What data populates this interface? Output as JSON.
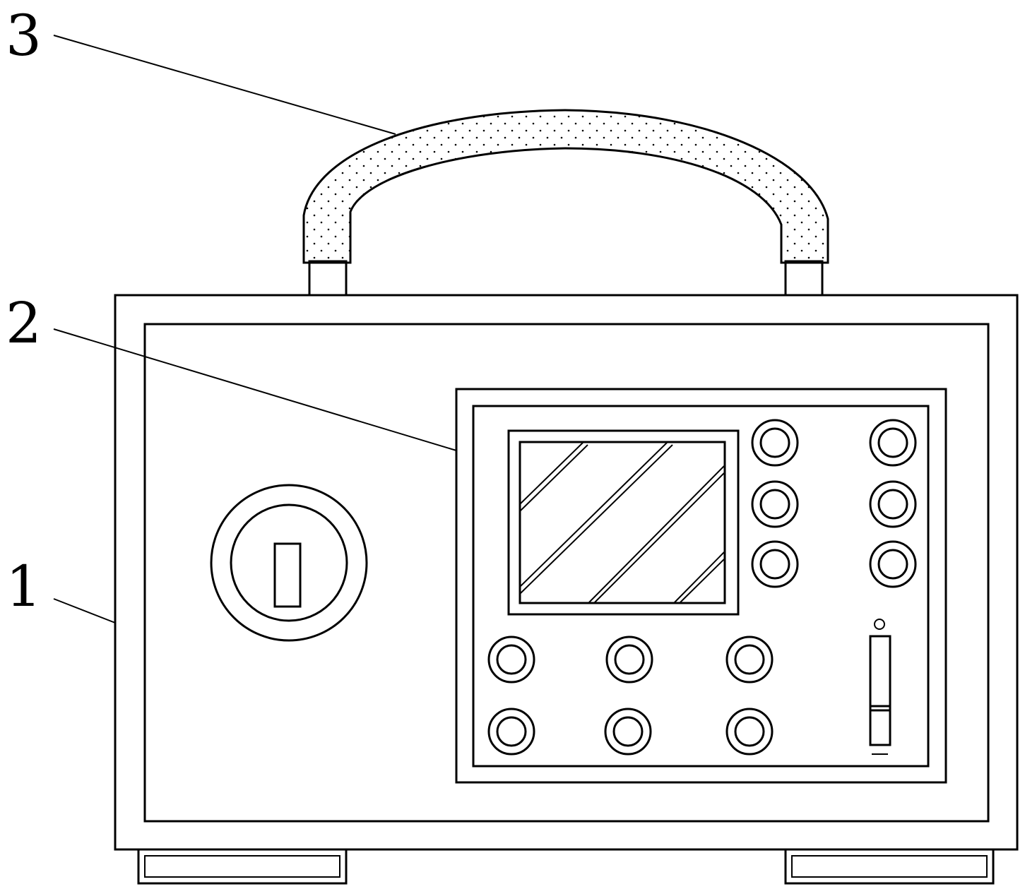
{
  "labels": [
    {
      "id": "label-3",
      "text": "3"
    },
    {
      "id": "label-2",
      "text": "2"
    },
    {
      "id": "label-1",
      "text": "1"
    }
  ],
  "knobs_right_columns": 6,
  "knobs_bottom_rows": 6
}
